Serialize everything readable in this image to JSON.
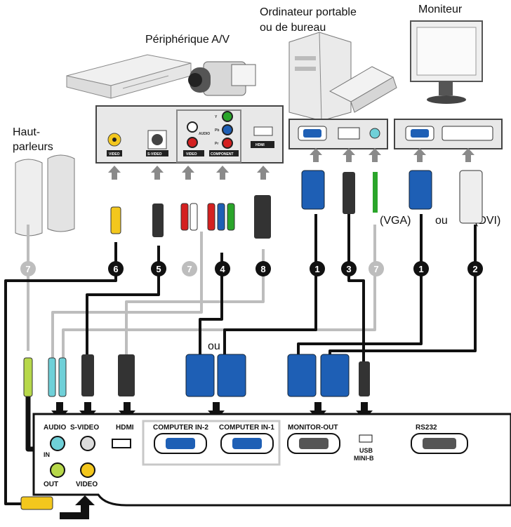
{
  "devices": {
    "av": "Périphérique A/V",
    "computer_line1": "Ordinateur portable",
    "computer_line2": "ou de bureau",
    "monitor": "Moniteur",
    "speakers_line1": "Haut-",
    "speakers_line2": "parleurs"
  },
  "labels": {
    "vga": "(VGA)",
    "dvi": "(DVI)",
    "or_right": "ou",
    "or_left": "ou"
  },
  "av_panel": {
    "video": "VIDEO",
    "svideo": "S-VIDEO",
    "audio": "AUDIO",
    "video2": "VIDEO",
    "component": "COMPONENT",
    "hdmi": "HDMI",
    "y": "Y",
    "pb": "Pb",
    "pr": "Pr"
  },
  "cables": [
    "6",
    "5",
    "7",
    "4",
    "8",
    "1",
    "3",
    "7",
    "1",
    "2",
    "7"
  ],
  "projector": {
    "audio": "AUDIO",
    "svideo": "S-VIDEO",
    "in": "IN",
    "out": "OUT",
    "video": "VIDEO",
    "hdmi": "HDMI",
    "comp2": "COMPUTER IN-2",
    "comp1": "COMPUTER IN-1",
    "monitor_out": "MONITOR-OUT",
    "usb": "USB",
    "mini_b": "MINI-B",
    "rs232": "RS232"
  }
}
